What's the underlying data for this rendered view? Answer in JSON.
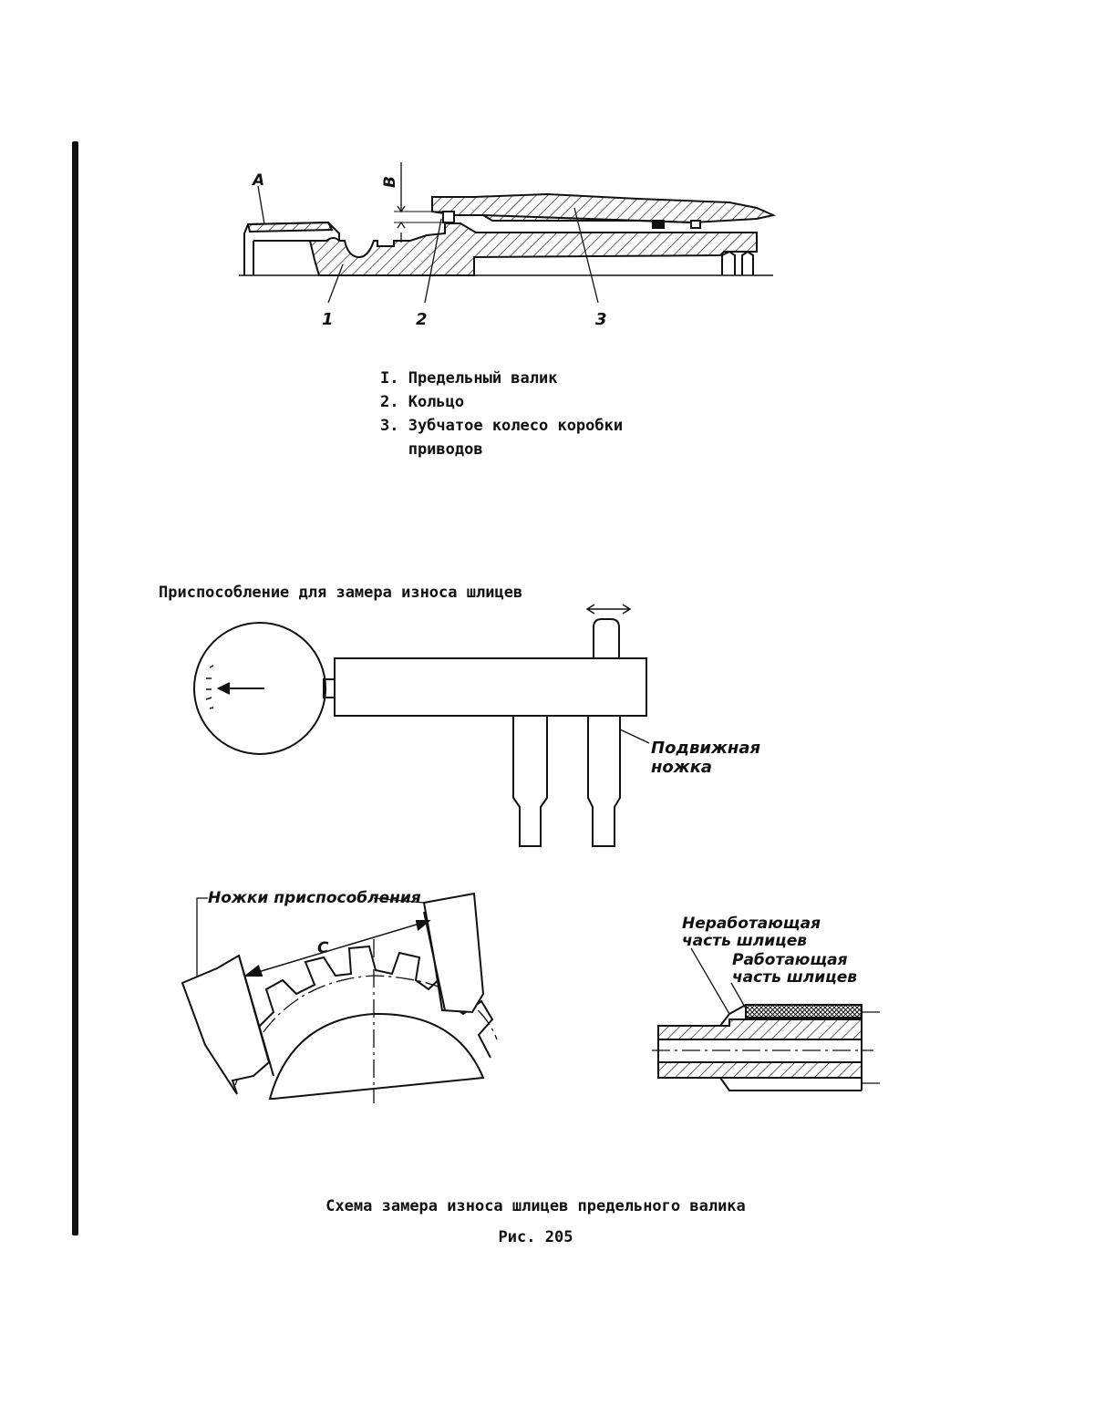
{
  "figure1": {
    "labels": {
      "a": "A",
      "b": "B",
      "n1": "1",
      "n2": "2",
      "n3": "3"
    },
    "legend": [
      "I. Предельный валик",
      "2. Кольцо",
      "3. Зубчатое колесо коробки",
      "   приводов"
    ]
  },
  "figure2": {
    "title": "Приспособление для замера износа шлицев",
    "movable_leg_label_1": "Подвижная",
    "movable_leg_label_2": "ножка"
  },
  "figure3": {
    "legs_label": "Ножки приспособления",
    "c_label": "C"
  },
  "figure4": {
    "nonworking_1": "Неработающая",
    "nonworking_2": "часть шлицев",
    "working_1": "Работающая",
    "working_2": "часть шлицев"
  },
  "caption": "Схема замера износа шлицев предельного валика",
  "figure_number": "Рис. 205"
}
